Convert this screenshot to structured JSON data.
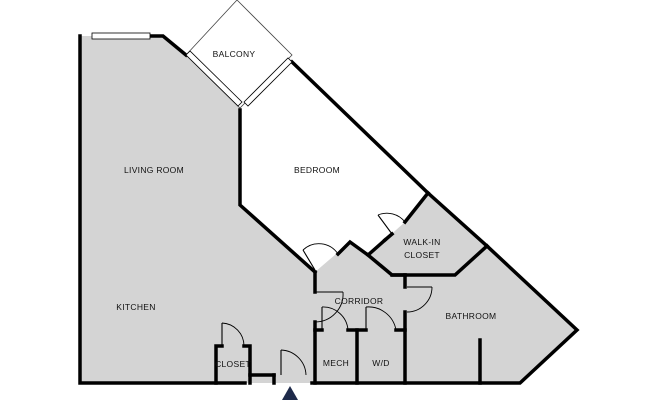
{
  "plan": {
    "colors": {
      "floor": "#d4d4d4",
      "wall": "#000000",
      "background": "#ffffff",
      "entrance_marker": "#1e2a4a"
    },
    "rooms": {
      "balcony": "BALCONY",
      "living_room": "LIVING ROOM",
      "bedroom": "BEDROOM",
      "walk_in_closet_line1": "WALK-IN",
      "walk_in_closet_line2": "CLOSET",
      "kitchen": "KITCHEN",
      "corridor": "CORRIDOR",
      "bathroom": "BATHROOM",
      "closet": "CLOSET",
      "mech": "MECH",
      "wd": "W/D"
    },
    "entrance_icon": "entrance-triangle-icon"
  }
}
